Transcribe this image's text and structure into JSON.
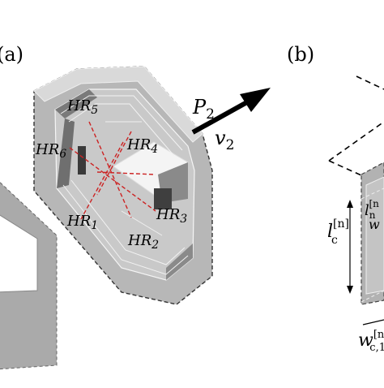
{
  "panels": {
    "a_label": "(a)",
    "b_label": "(b)"
  },
  "vector": {
    "p_main": "P",
    "p_sub": "2",
    "v_main": "v",
    "v_sub": "2"
  },
  "regions": [
    {
      "main": "HR",
      "sub": "5"
    },
    {
      "main": "HR",
      "sub": "6"
    },
    {
      "main": "HR",
      "sub": "4"
    },
    {
      "main": "HR",
      "sub": "1"
    },
    {
      "main": "HR",
      "sub": "3"
    },
    {
      "main": "HR",
      "sub": "2"
    }
  ],
  "dims": {
    "lc_main": "l",
    "lc_sub": "c",
    "lc_sup": "[n]",
    "ln_main": "l",
    "ln_sub": "n",
    "ln_sup": "[n",
    "w_right": "w",
    "wc_main": "w",
    "wc_sub": "c,1",
    "wc_sup": "[n"
  },
  "colors": {
    "body_gray": "#b9b9b9",
    "face_light": "#d8d8d8",
    "dashed_red": "#cc2222",
    "arrow_black": "#000000"
  }
}
